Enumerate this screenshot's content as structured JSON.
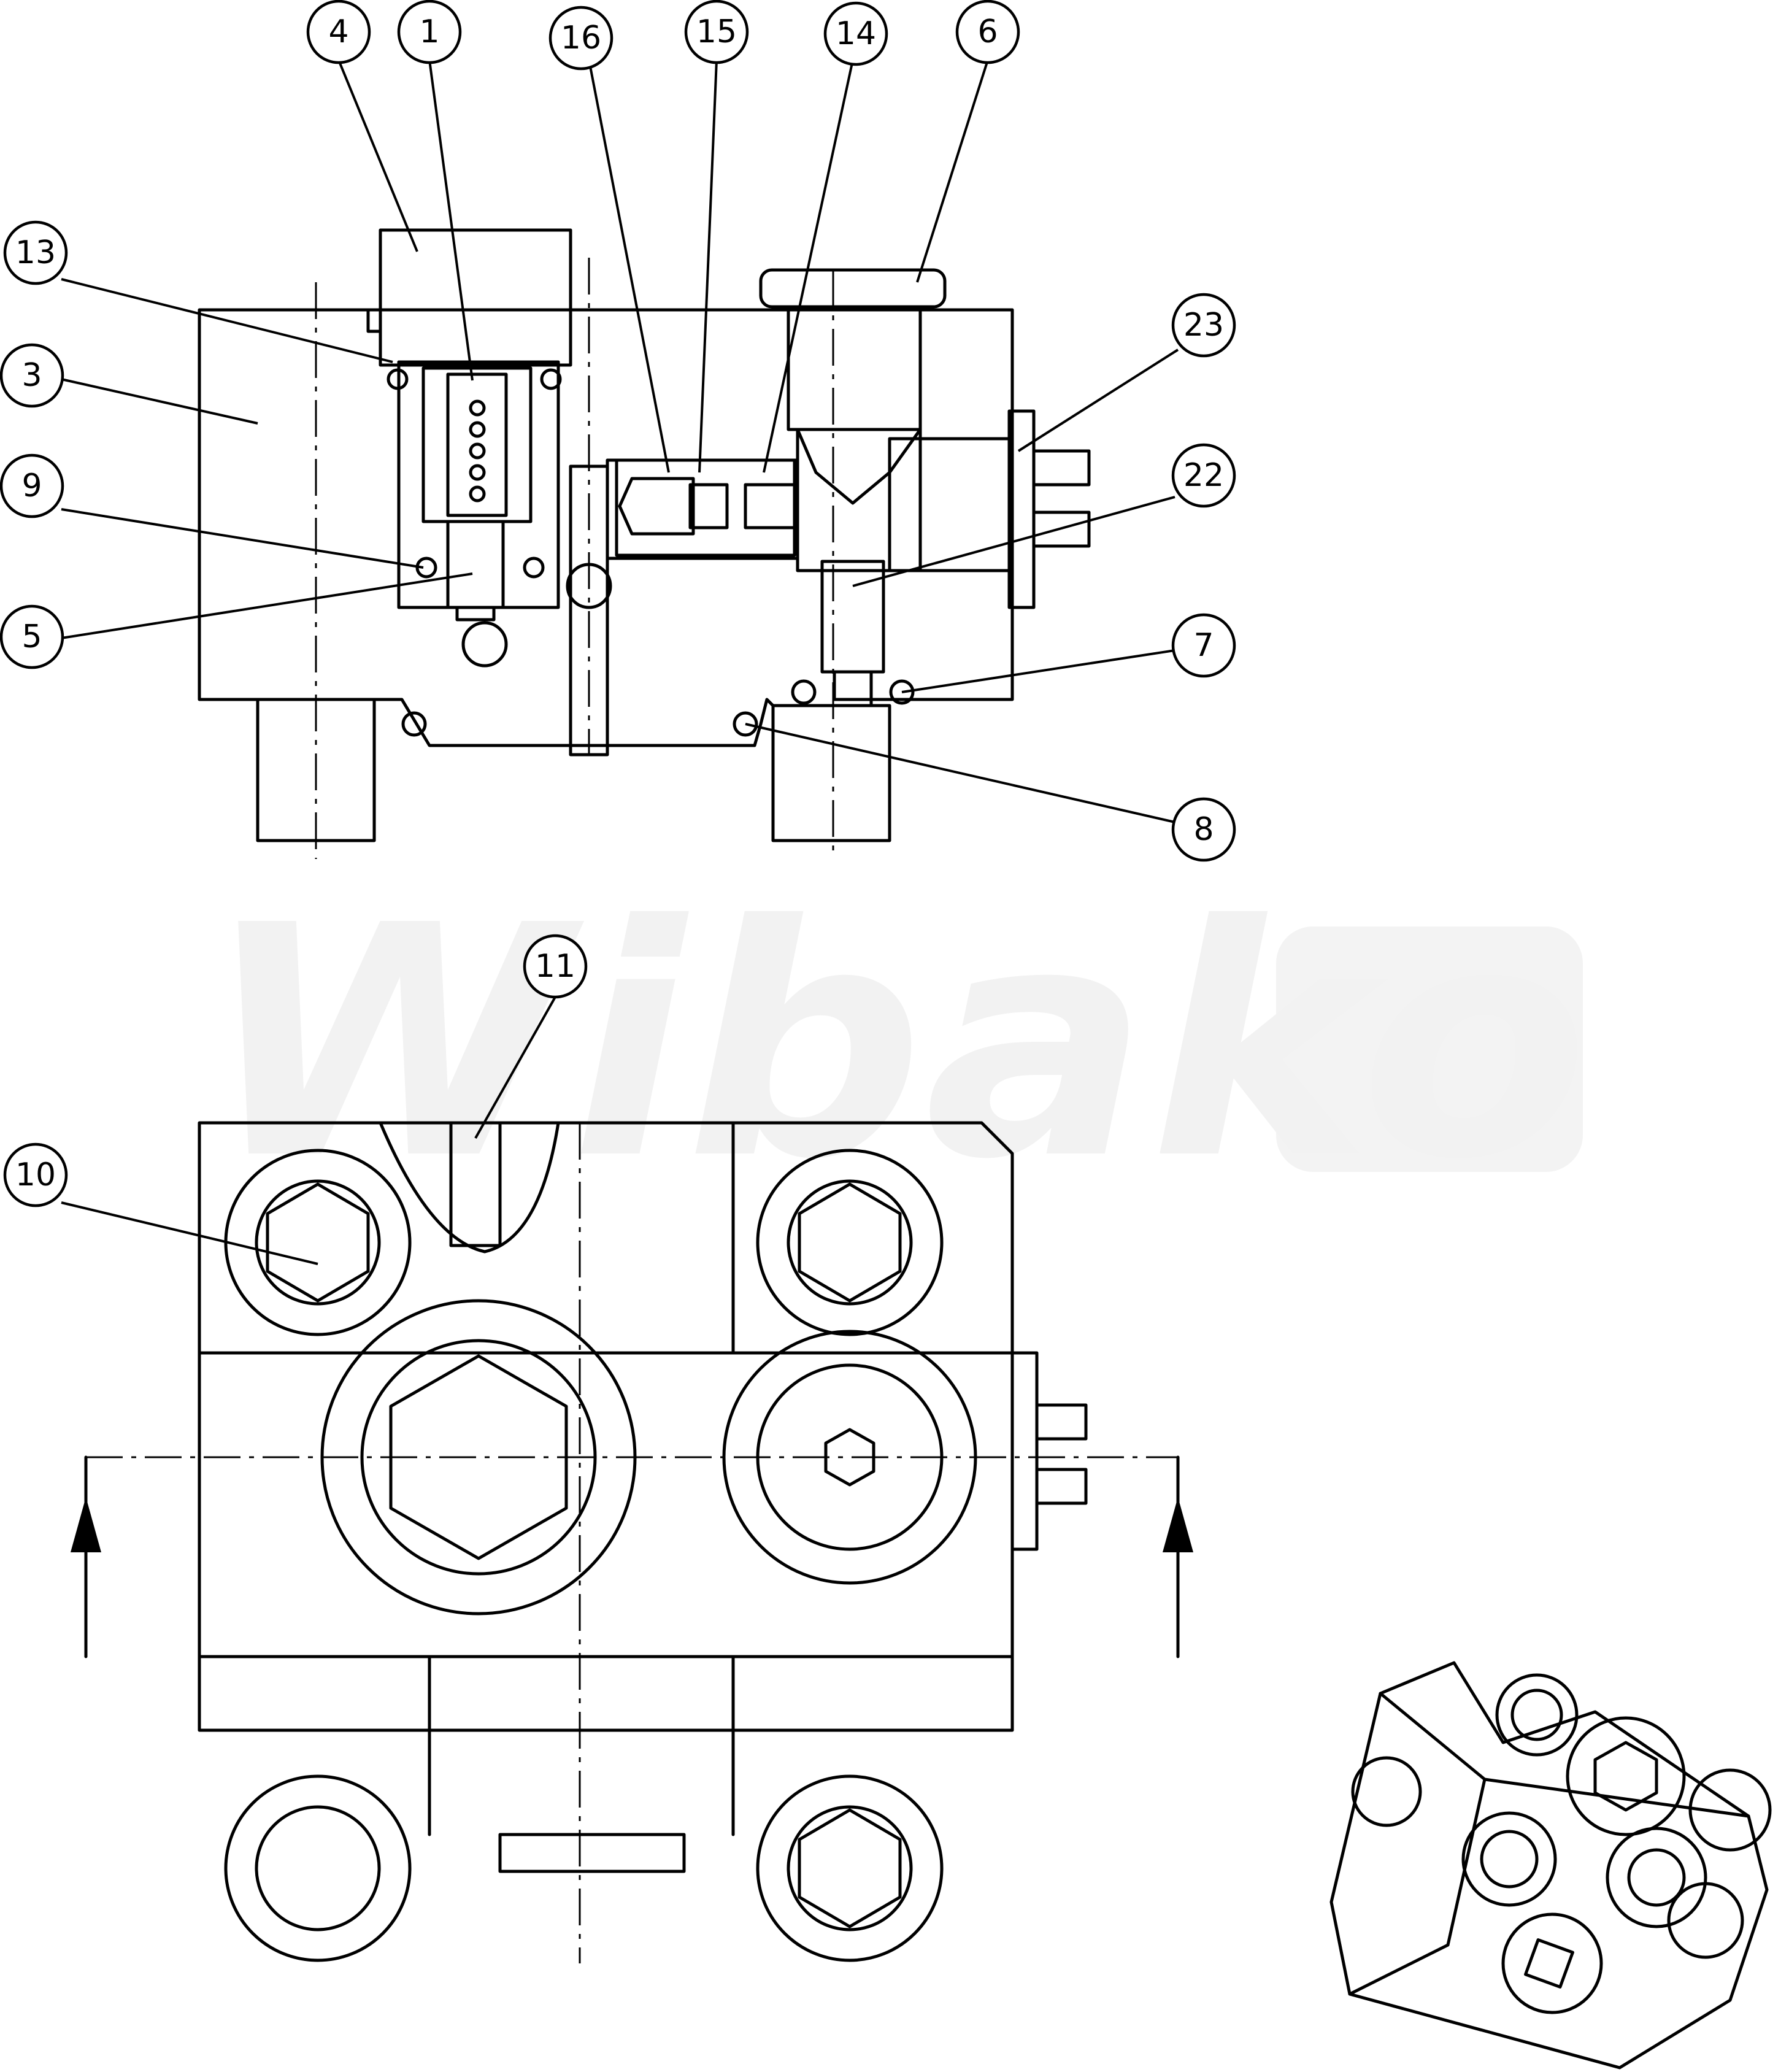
{
  "watermark": "Wibako",
  "callouts": [
    "1",
    "3",
    "4",
    "5",
    "6",
    "7",
    "8",
    "9",
    "10",
    "11",
    "13",
    "14",
    "15",
    "16",
    "22",
    "23"
  ]
}
